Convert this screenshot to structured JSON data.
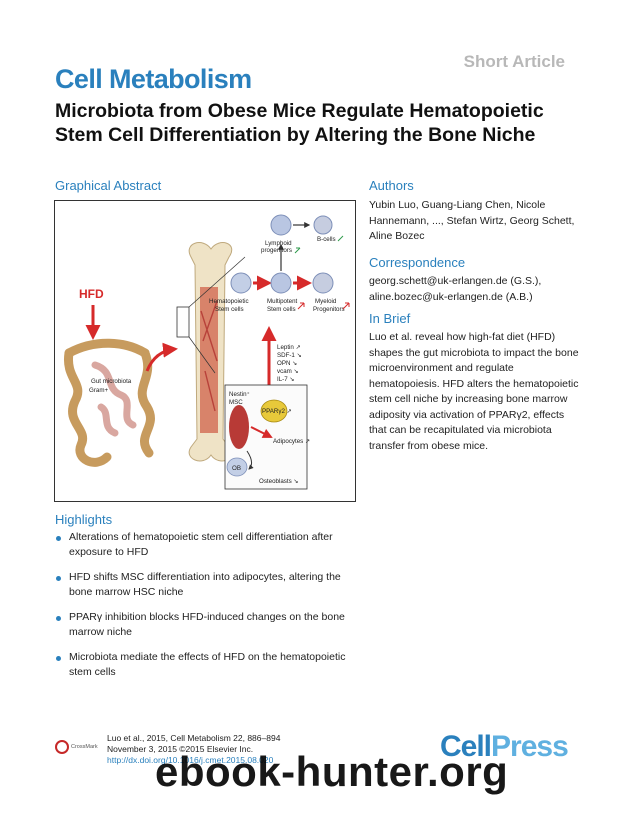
{
  "header": {
    "article_type": "Short Article",
    "journal": "Cell Metabolism",
    "title": "Microbiota from Obese Mice Regulate Hematopoietic Stem Cell Differentiation by Altering the Bone Niche"
  },
  "graphical_abstract": {
    "heading": "Graphical Abstract",
    "labels": {
      "hfd": "HFD",
      "gut_microbiota": "Gut microbiota",
      "gram": "Gram+",
      "lymphoid": "Lymphoid progenitors",
      "b_cells": "B-cells",
      "hsc": "Hematopoietic Stem cells",
      "mpp": "Multipotent Stem cells",
      "myeloid": "Myeloid Progenitors",
      "leptin": "Leptin",
      "sdf1": "SDF-1",
      "opn": "OPN",
      "vcam": "vcam",
      "il7": "IL-7",
      "nestin": "Nestin+ MSC",
      "ppar": "PPARg2",
      "adipocytes": "Adipocytes",
      "ob": "OB",
      "osteoblasts": "Osteoblasts"
    }
  },
  "authors": {
    "heading": "Authors",
    "text": "Yubin Luo, Guang-Liang Chen, Nicole Hannemann, ..., Stefan Wirtz, Georg Schett, Aline Bozec"
  },
  "correspondence": {
    "heading": "Correspondence",
    "text": "georg.schett@uk-erlangen.de (G.S.), aline.bozec@uk-erlangen.de (A.B.)"
  },
  "in_brief": {
    "heading": "In Brief",
    "text": "Luo et al. reveal how high-fat diet (HFD) shapes the gut microbiota to impact the bone microenvironment and regulate hematopoiesis. HFD alters the hematopoietic stem cell niche by increasing bone marrow adiposity via activation of PPARγ2, effects that can be recapitulated via microbiota transfer from obese mice."
  },
  "highlights": {
    "heading": "Highlights",
    "items": [
      "Alterations of hematopoietic stem cell differentiation after exposure to HFD",
      "HFD shifts MSC differentiation into adipocytes, altering the bone marrow HSC niche",
      "PPARγ inhibition blocks HFD-induced changes on the bone marrow niche",
      "Microbiota mediate the effects of HFD on the hematopoietic stem cells"
    ]
  },
  "footer": {
    "crossmark": "CrossMark",
    "citation_line1": "Luo et al., 2015, Cell Metabolism 22, 886–894",
    "citation_line2": "November 3, 2015 ©2015 Elsevier Inc.",
    "doi": "http://dx.doi.org/10.1016/j.cmet.2015.08.020",
    "brand_part1": "Cell",
    "brand_part2": "Press",
    "watermark": "ebook-hunter.org"
  },
  "colors": {
    "accent": "#2a80bd",
    "hfd_red": "#d62a2a",
    "heading_gray": "#b8b8b8"
  }
}
